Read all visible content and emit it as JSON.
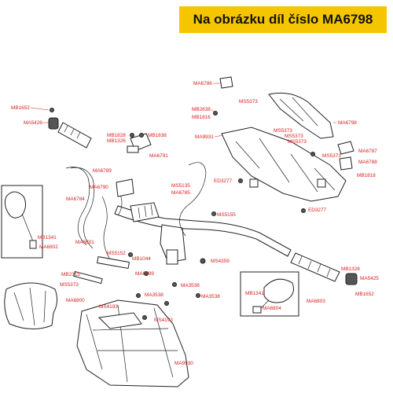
{
  "banner": {
    "text": "Na obrázku díl číslo MA6798"
  },
  "colors": {
    "banner_bg": "#f5c600",
    "label": "#d81e1e",
    "line": "#222222"
  },
  "labels": {
    "ma6786": "MA6786",
    "mb1652_a": "MB1652",
    "ma5426": "MA5426",
    "ms5373_a": "MS5373",
    "mb2638": "MB2638",
    "mb1816": "MB1816",
    "ma6798": "MA6798",
    "mb1828": "MB1828",
    "mb1838": "MB1838",
    "mb1326_a": "MB1326",
    "ma9931": "MA9931",
    "ms5373_b": "MS5373",
    "ms5373_c": "MS5373",
    "ms5373_d": "MS5373",
    "ma6791": "MA6791",
    "ms5373_e": "MS5373",
    "ma6787": "MA6787",
    "ma6788": "MA6788",
    "ma6789": "MA6789",
    "ms5135": "MS5135",
    "mb1818": "MB1818",
    "ed3277_a": "ED3277",
    "ma6790": "MA6790",
    "ma6785": "MA6785",
    "ma6784": "MA6784",
    "ed3277_b": "ED3277",
    "ms5155": "MS5155",
    "mb1341_a": "MB1341",
    "ma6802": "MA6802",
    "ma6801": "MA6801",
    "ms5152": "MS5152",
    "mb1044": "MB1044",
    "ms4359": "MS4359",
    "mb1328": "MB1328",
    "mb2315": "MB2315",
    "ma6799": "MA6799",
    "ma5425": "MA5425",
    "ms5373_f": "MS5373",
    "ma3538_a": "MA3538",
    "mb1341_b": "MB1341",
    "mb1652_b": "MB1652",
    "ma6800": "MA6800",
    "ma3538_b": "MA3538",
    "ma3538_c": "MA3538",
    "ma6803": "MA6803",
    "ms4193_a": "MS4193",
    "ma6804": "MA6804",
    "ms4193_b": "MS4193",
    "ma9930": "MA9930"
  }
}
